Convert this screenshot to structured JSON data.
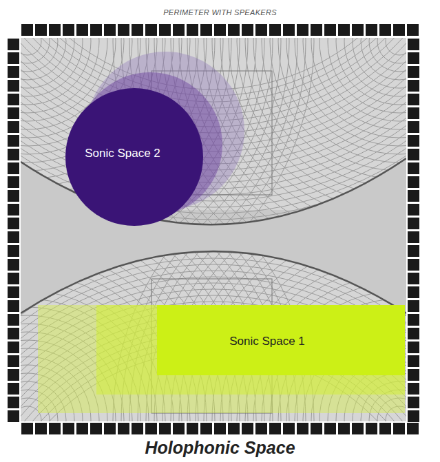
{
  "diagram": {
    "title": "Holophonic Space",
    "nodes": [
      {
        "text": [
          "Sonic Space 2"
        ]
      },
      {
        "text": [
          "Sonic Space 1"
        ]
      }
    ],
    "labels": [
      "PERIMETER WITH SPEAKERS"
    ]
  }
}
